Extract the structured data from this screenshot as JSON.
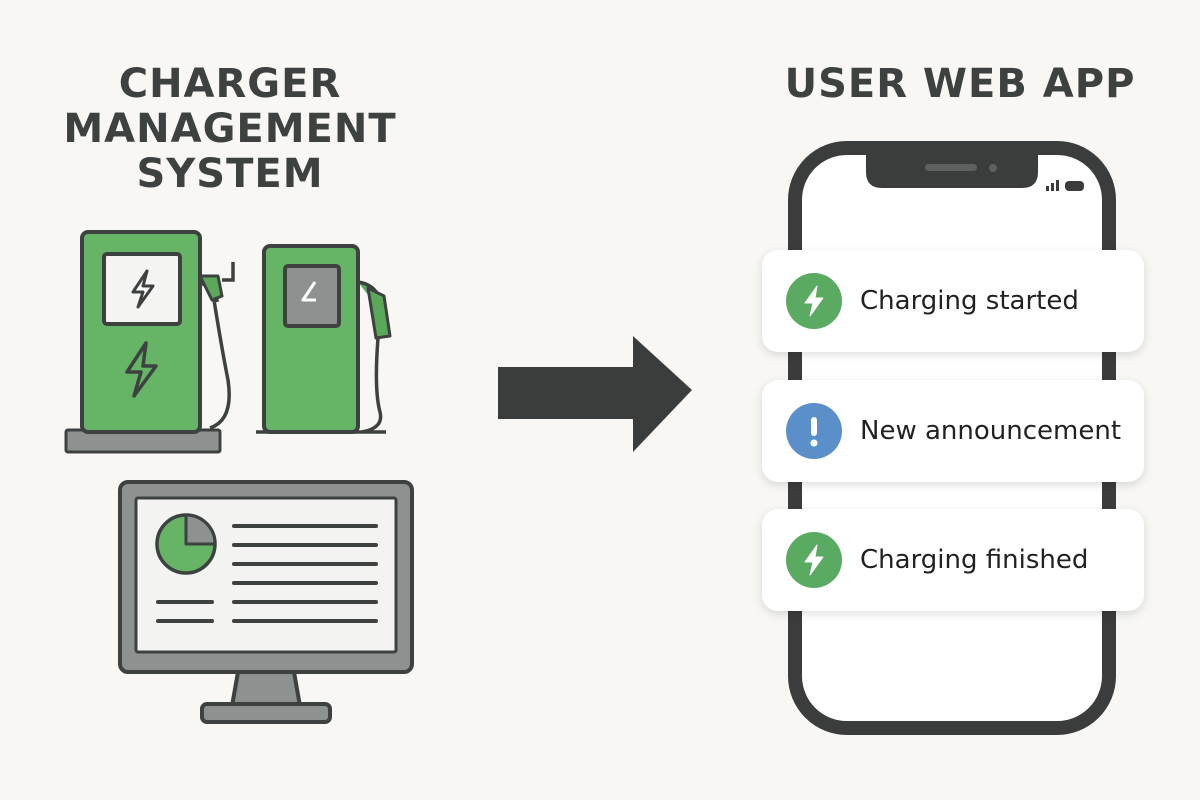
{
  "left_title": {
    "lines": [
      "CHARGER",
      "MANAGEMENT",
      "SYSTEM"
    ]
  },
  "right_title": "USER WEB APP",
  "icons": {
    "charger_large": "ev-charger-icon",
    "charger_small": "ev-charger-icon",
    "monitor": "dashboard-monitor-icon",
    "arrow": "arrow-right-icon",
    "phone": "smartphone-icon"
  },
  "notifications": [
    {
      "label": "Charging started",
      "icon": "lightning-bolt-icon",
      "color": "#5aaa62"
    },
    {
      "label": "New announcement",
      "icon": "exclamation-icon",
      "color": "#5b8fc9"
    },
    {
      "label": "Charging finished",
      "icon": "lightning-bolt-icon",
      "color": "#5aaa62"
    }
  ],
  "colors": {
    "charger_green": "#66b466",
    "outline": "#3d4140",
    "screen_gray": "#e9ebe9",
    "announcement_blue": "#5b8fc9"
  }
}
